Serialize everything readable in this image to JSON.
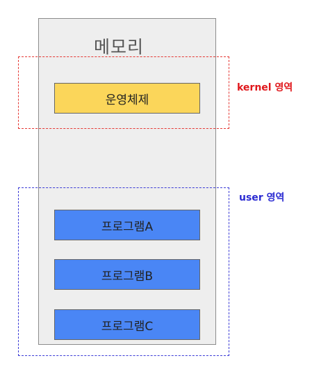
{
  "memory": {
    "title": "메모리",
    "os_label": "운영체제",
    "programs": [
      "프로그램A",
      "프로그램B",
      "프로그램C"
    ]
  },
  "regions": {
    "kernel_label": "kernel 영역",
    "user_label": "user 영역"
  },
  "colors": {
    "memory_bg": "#eeeeee",
    "os_block": "#fbd65a",
    "program_block": "#4a86f5",
    "kernel_region": "#e53935",
    "user_region": "#3b3bd6"
  }
}
